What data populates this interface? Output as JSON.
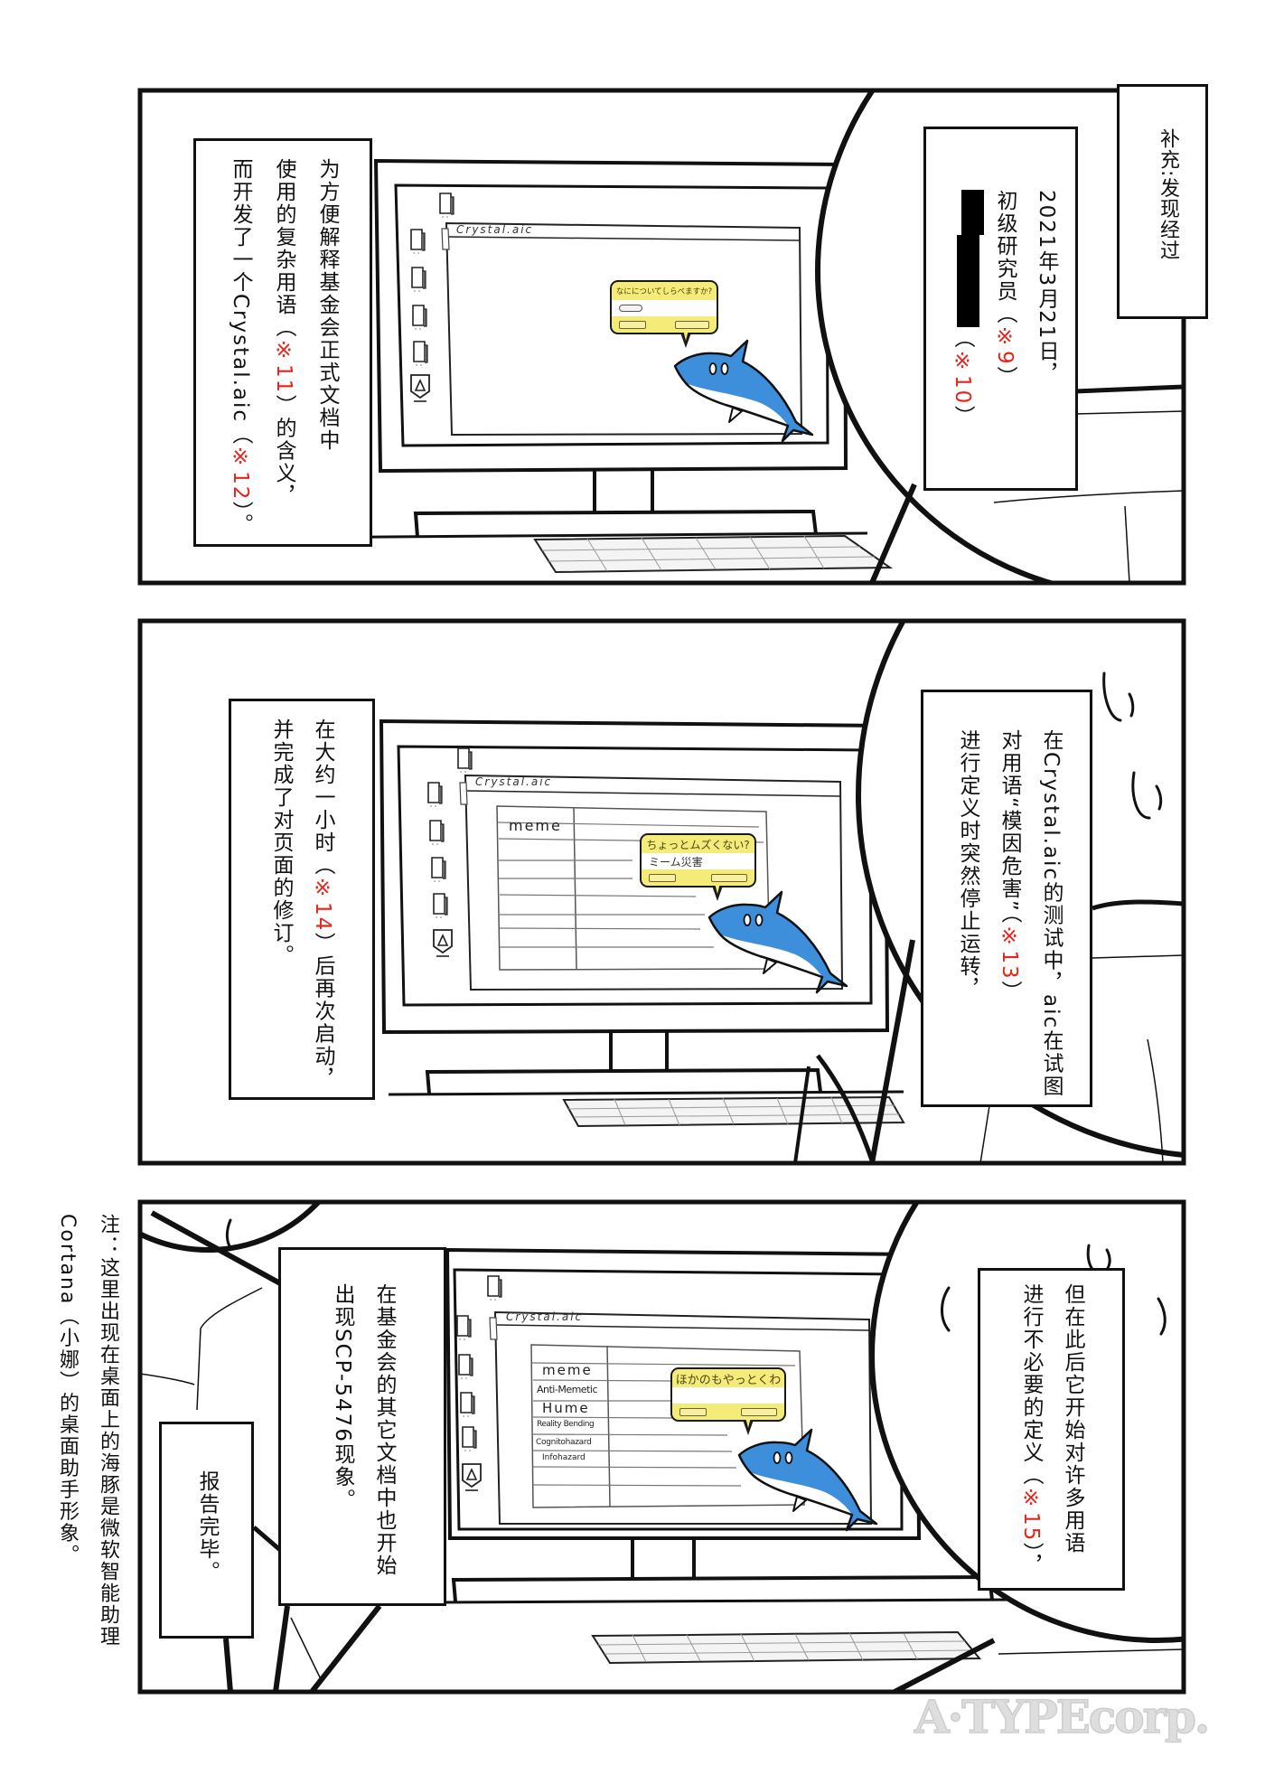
{
  "section_title": "补充:发现经过",
  "panels": [
    {
      "captions": {
        "date": {
          "l1": "2021年3月21日，",
          "l2": {
            "pre": "初级研究员（",
            "ref": "※9",
            "post": "）"
          },
          "l3": {
            "redacted_a": "██",
            "redacted_b": "████",
            "pre": "（",
            "ref": "※10",
            "post": "）"
          }
        },
        "purpose": {
          "l1": "为方便解释基金会正式文档中",
          "l2": {
            "pre": "使用的复杂用语（",
            "ref": "※11",
            "post": "）的含义，"
          },
          "l3": {
            "pre": "而开发了一个Crystal.aic（",
            "ref": "※12",
            "post": "）。"
          }
        }
      },
      "screen": {
        "window_title": "Crystal.aic",
        "bubble": {
          "prompt": "なにについてしらべますか?",
          "input_value": ""
        }
      }
    },
    {
      "captions": {
        "incident": {
          "l1": "在Crystal.aic的测试中，aic在试图",
          "l2": {
            "pre": "对用语“模因危害”（",
            "ref": "※13",
            "post": "）"
          },
          "l3": "进行定义时突然停止运转，"
        },
        "restart": {
          "l1": {
            "pre": "在大约一小时（",
            "ref": "※14",
            "post": "）后再次启动，"
          },
          "l2": "并完成了对页面的修订。"
        }
      },
      "screen": {
        "window_title": "Crystal.aic",
        "table": {
          "rows": [
            {
              "term": "meme"
            }
          ]
        },
        "bubble": {
          "prompt": "ちょっとムズくない?",
          "input_value": "ミーム災害"
        }
      }
    },
    {
      "captions": {
        "spread": {
          "l1": "但在此后它开始对许多用语",
          "l2": {
            "pre": "进行不必要的定义（",
            "ref": "※15",
            "post": "），"
          }
        },
        "other_docs": {
          "l1": "在基金会的其它文档中也开始",
          "l2": "出现SCP-5476现象。"
        },
        "end": "报告完毕。"
      },
      "screen": {
        "window_title": "Crystal.aic",
        "table": {
          "rows": [
            {
              "term": "meme"
            },
            {
              "term": "Anti-Memetic"
            },
            {
              "term": "Hume"
            },
            {
              "term": "Reality Bending"
            },
            {
              "term": "Cognitohazard"
            },
            {
              "term": "Infohazard"
            }
          ]
        },
        "bubble": {
          "prompt": "ほかのもやっとくわ",
          "input_value": ""
        }
      }
    }
  ],
  "footnote": {
    "l1": "注：这里出现在桌面上的海豚是微软智能助理",
    "l2": "Cortana（小娜）的桌面助手形象。"
  },
  "watermark": "A·TYPEcorp.",
  "colors": {
    "ink": "#111111",
    "reference_red": "#e8231a",
    "dolphin_blue": "#3d8fdb",
    "bubble_yellow": "#f4eb78",
    "watermark_grey": "#dedede"
  }
}
